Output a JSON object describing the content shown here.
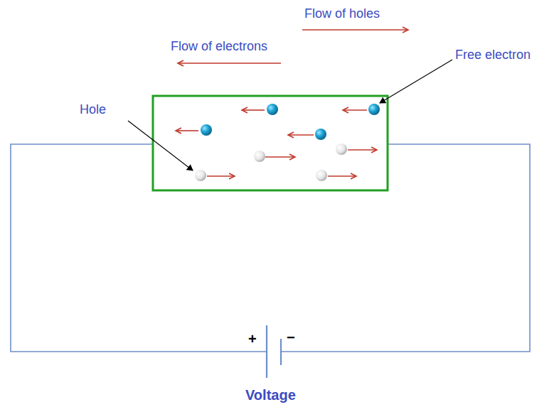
{
  "diagram": {
    "labels": [
      "Flow of holes",
      "Flow of electrons",
      "Free electron",
      "Hole",
      "+",
      "−",
      "Voltage"
    ]
  }
}
